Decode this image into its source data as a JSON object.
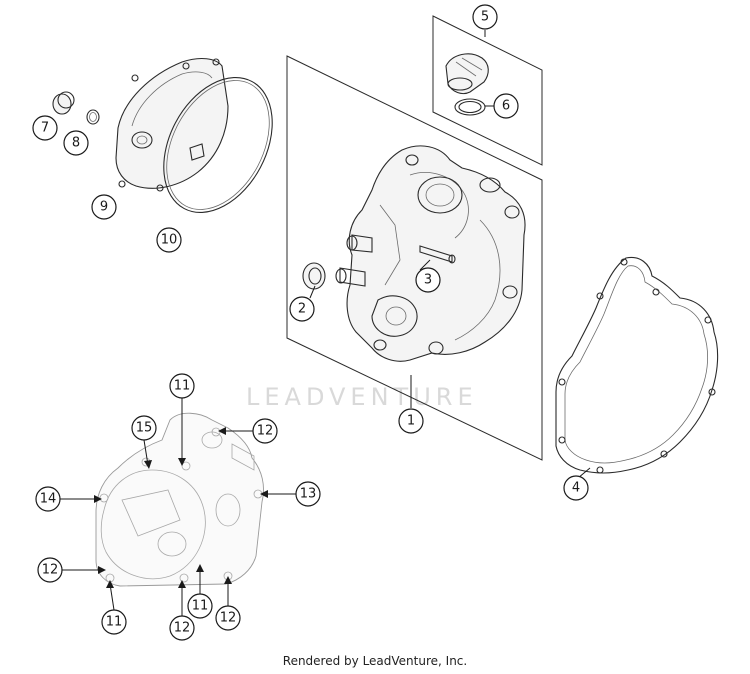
{
  "watermark": "LEADVENTURE",
  "footer": "Rendered by LeadVenture, Inc.",
  "callouts": [
    {
      "id": "c1",
      "label": "1"
    },
    {
      "id": "c2",
      "label": "2"
    },
    {
      "id": "c3",
      "label": "3"
    },
    {
      "id": "c4",
      "label": "4"
    },
    {
      "id": "c5",
      "label": "5"
    },
    {
      "id": "c6",
      "label": "6"
    },
    {
      "id": "c7",
      "label": "7"
    },
    {
      "id": "c8",
      "label": "8"
    },
    {
      "id": "c9",
      "label": "9"
    },
    {
      "id": "c10",
      "label": "10"
    },
    {
      "id": "c11a",
      "label": "11"
    },
    {
      "id": "c12a",
      "label": "12"
    },
    {
      "id": "c15",
      "label": "15"
    },
    {
      "id": "c14",
      "label": "14"
    },
    {
      "id": "c13",
      "label": "13"
    },
    {
      "id": "c12b",
      "label": "12"
    },
    {
      "id": "c11b",
      "label": "11"
    },
    {
      "id": "c12c",
      "label": "12"
    },
    {
      "id": "c11c",
      "label": "11"
    },
    {
      "id": "c12d",
      "label": "12"
    }
  ]
}
